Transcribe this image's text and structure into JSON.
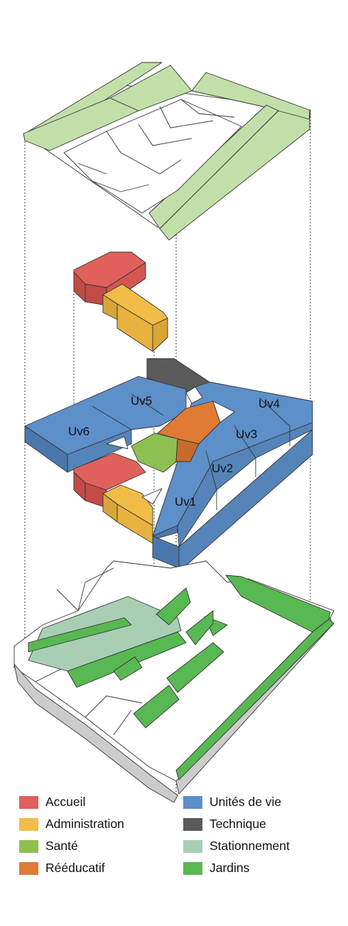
{
  "colors": {
    "accueil": "#e0605c",
    "administration": "#f1bd47",
    "sante": "#8dc051",
    "reeducatif": "#e07a35",
    "unites": "#5d8fc9",
    "technique": "#5a5a5a",
    "stationnement": "#a8cfb4",
    "jardins": "#58b852",
    "roof": "#c2dfa9"
  },
  "units": {
    "uv1": "Uv1",
    "uv2": "Uv2",
    "uv3": "Uv3",
    "uv4": "Uv4",
    "uv5": "Uv5",
    "uv6": "Uv6"
  },
  "legend": {
    "left": [
      {
        "label": "Accueil",
        "color": "#e0605c"
      },
      {
        "label": "Administration",
        "color": "#f1bd47"
      },
      {
        "label": "Santé",
        "color": "#8dc051"
      },
      {
        "label": "Rééducatif",
        "color": "#e07a35"
      }
    ],
    "right": [
      {
        "label": "Unités de vie",
        "color": "#5d8fc9"
      },
      {
        "label": "Technique",
        "color": "#5a5a5a"
      },
      {
        "label": "Stationnement",
        "color": "#a8cfb4"
      },
      {
        "label": "Jardins",
        "color": "#58b852"
      }
    ]
  }
}
